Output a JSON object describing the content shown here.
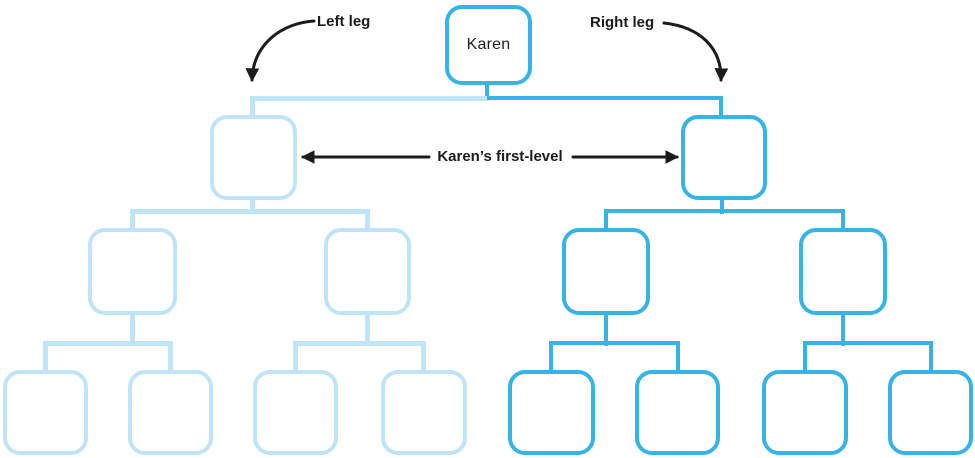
{
  "colors": {
    "left_leg": "#bfe4f6",
    "right_leg": "#38b3e6",
    "annotation": "#1c1c1c",
    "node_fill": "#ffffff",
    "canvas_bg": "#ffffff"
  },
  "nodes": {
    "root": {
      "label": "Karen"
    }
  },
  "tree": {
    "type": "binary-tree",
    "levels": 4,
    "root_label": "Karen",
    "left_leg_nodes": 7,
    "right_leg_nodes": 7,
    "empty_node_count": 14
  },
  "annotations": {
    "left_leg": {
      "label": "Left leg"
    },
    "right_leg": {
      "label": "Right leg"
    },
    "first_level": {
      "label": "Karen’s first-level"
    }
  }
}
